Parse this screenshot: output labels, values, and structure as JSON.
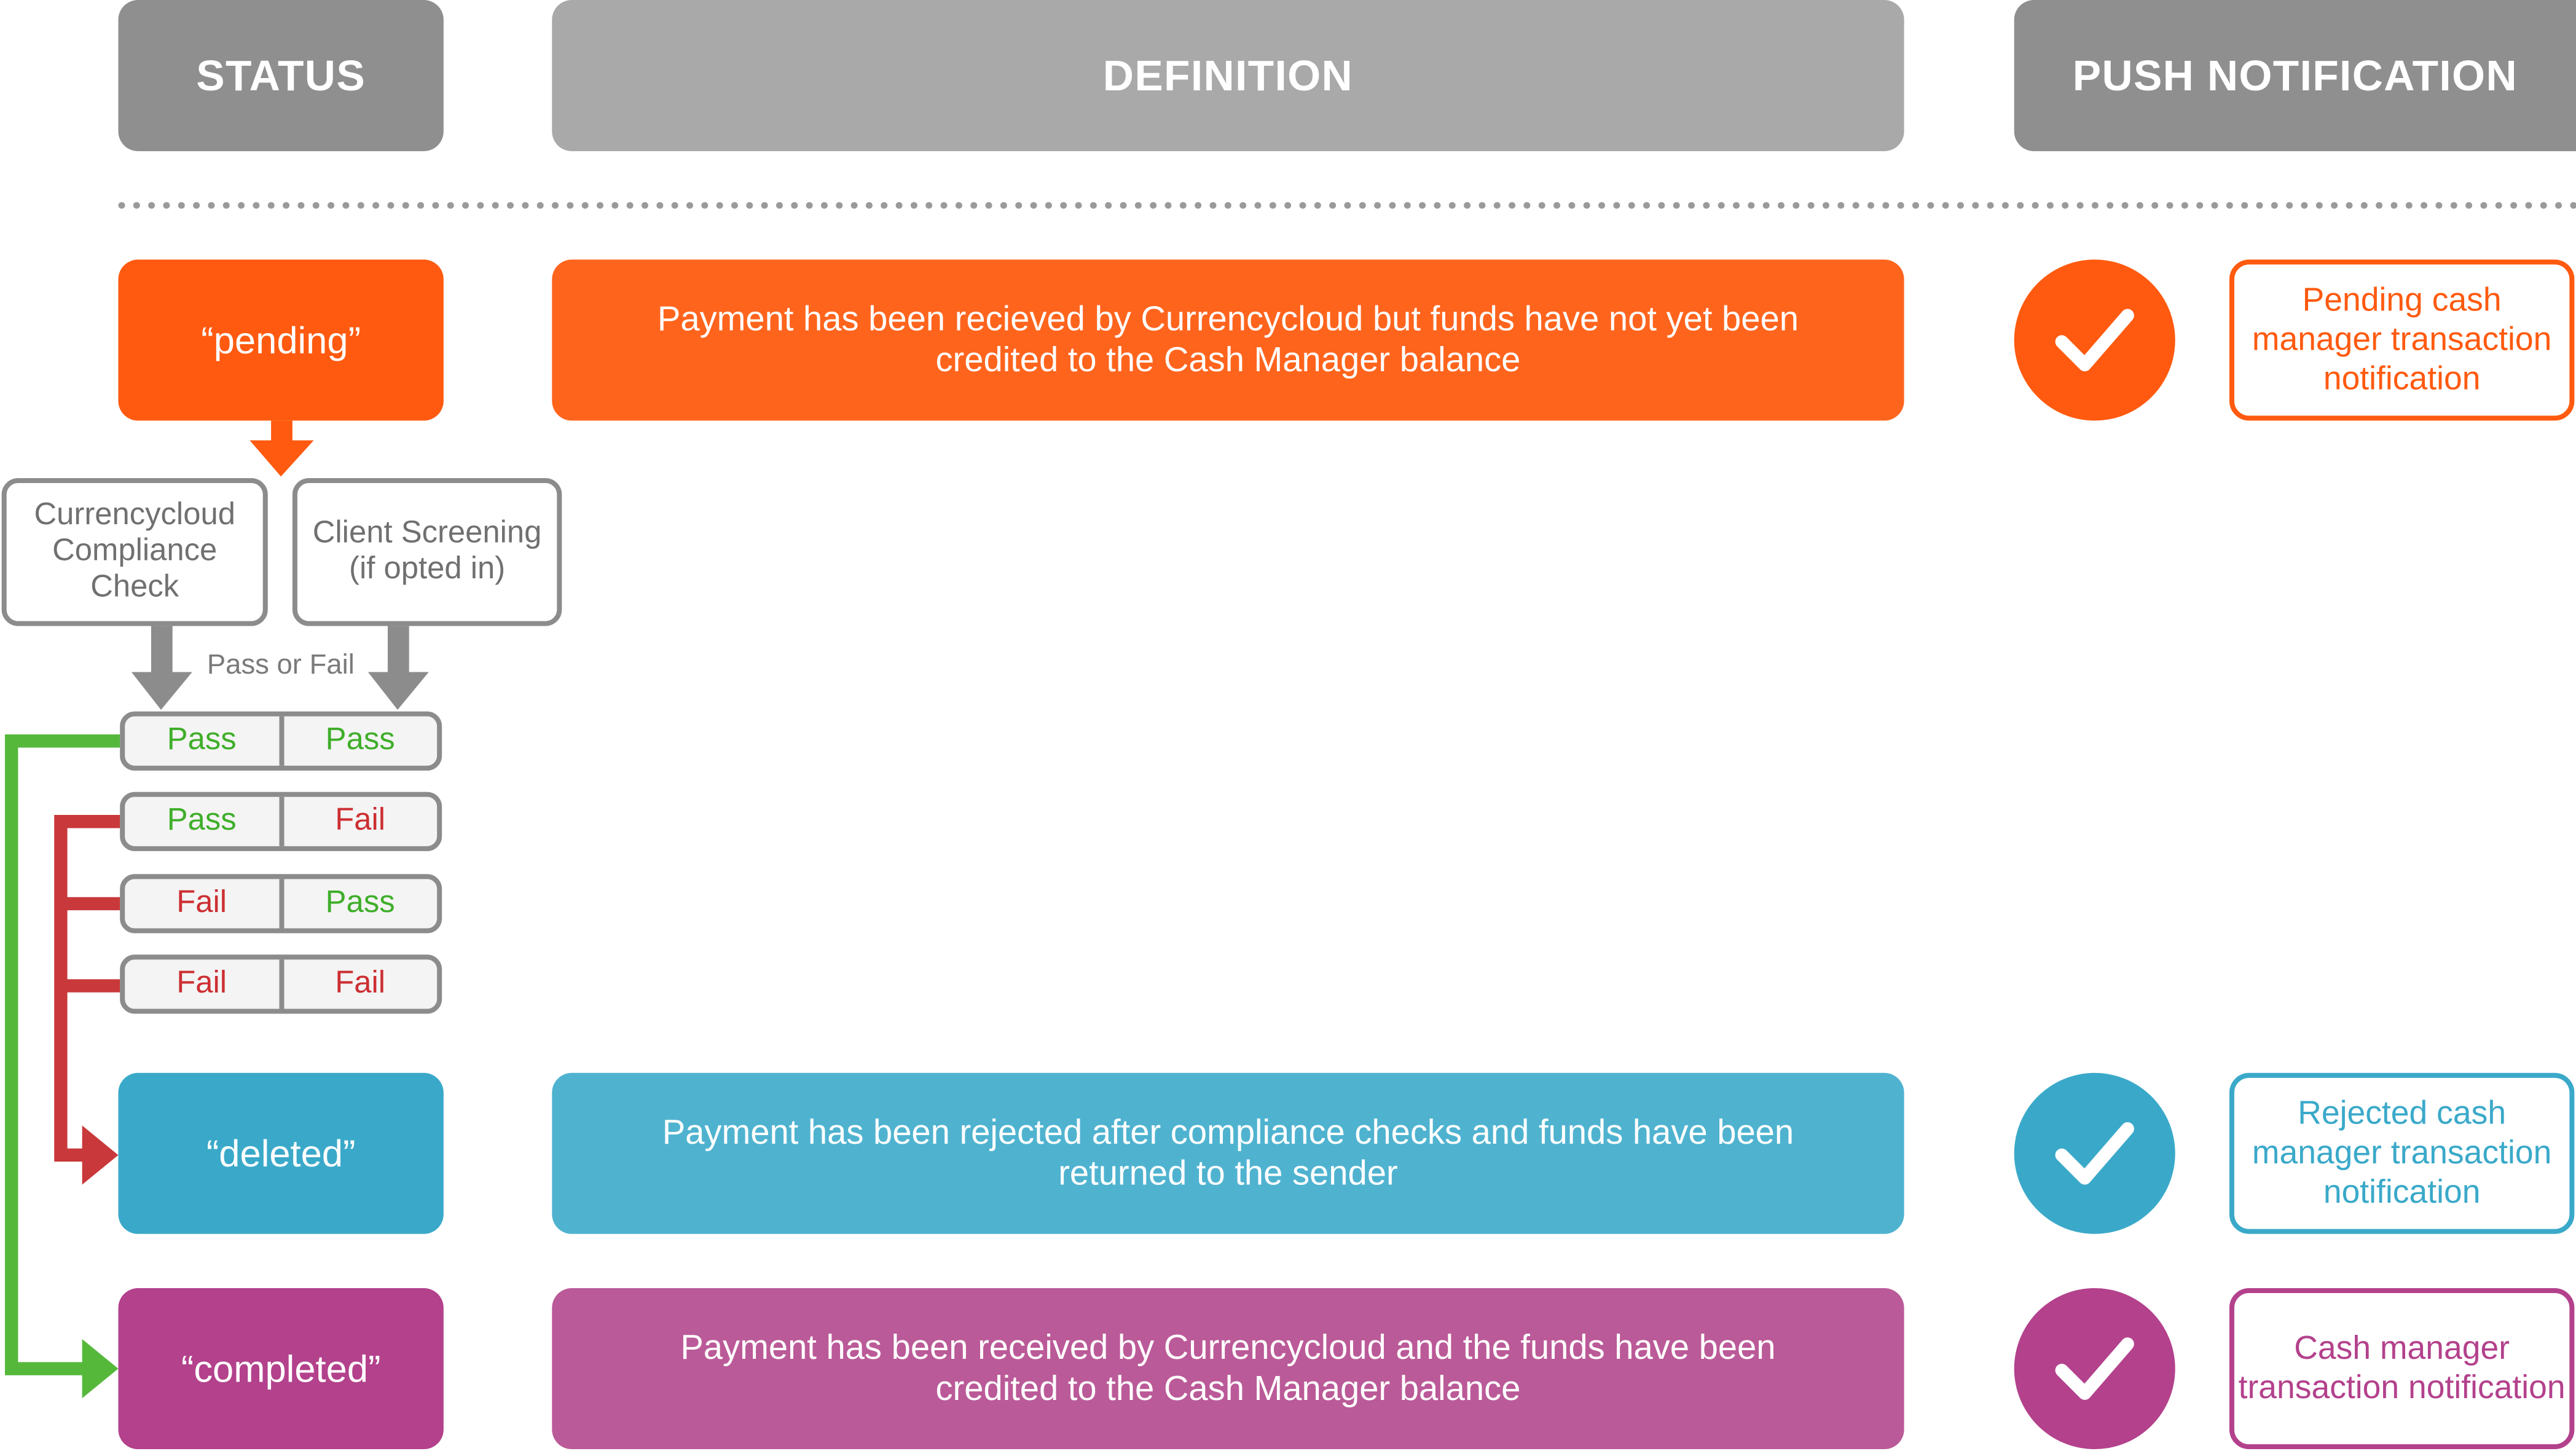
{
  "headers": {
    "status": "STATUS",
    "definition": "DEFINITION",
    "push": "PUSH NOTIFICATION"
  },
  "rows": [
    {
      "status": "“pending”",
      "definition": "Payment has been recieved by Currencycloud but funds have not yet been credited to the Cash Manager balance",
      "notification": "Pending cash manager transaction notification",
      "color": "#ff5a0f",
      "definition_color": "#ff641d",
      "icon": "check-icon"
    },
    {
      "status": "“deleted”",
      "definition": "Payment has been rejected after compliance checks and funds have been returned to the sender",
      "notification": "Rejected cash manager transaction notification",
      "color": "#3aa9c9",
      "definition_color": "#4fb3d0",
      "icon": "check-icon"
    },
    {
      "status": "“completed”",
      "definition": "Payment has been received by Currencycloud and the funds have been credited to the Cash Manager balance",
      "notification": "Cash manager transaction notification",
      "color": "#b3418c",
      "definition_color": "#bb5a98",
      "icon": "check-icon"
    }
  ],
  "checks": {
    "compliance": "Currencycloud Compliance Check",
    "screening": "Client Screening (if opted in)",
    "pass_or_fail_label": "Pass or Fail"
  },
  "outcomes": [
    [
      "Pass",
      "Pass"
    ],
    [
      "Pass",
      "Fail"
    ],
    [
      "Fail",
      "Pass"
    ],
    [
      "Fail",
      "Fail"
    ]
  ],
  "colors": {
    "header_gray": "#8f8f8f",
    "header_definition_gray": "#a9a9a9",
    "pass_green": "#3fae2a",
    "fail_red": "#cc2f32",
    "connector_gray": "#8c8c8c",
    "green_arrow": "#55b83b",
    "red_arrow": "#c9383a"
  }
}
